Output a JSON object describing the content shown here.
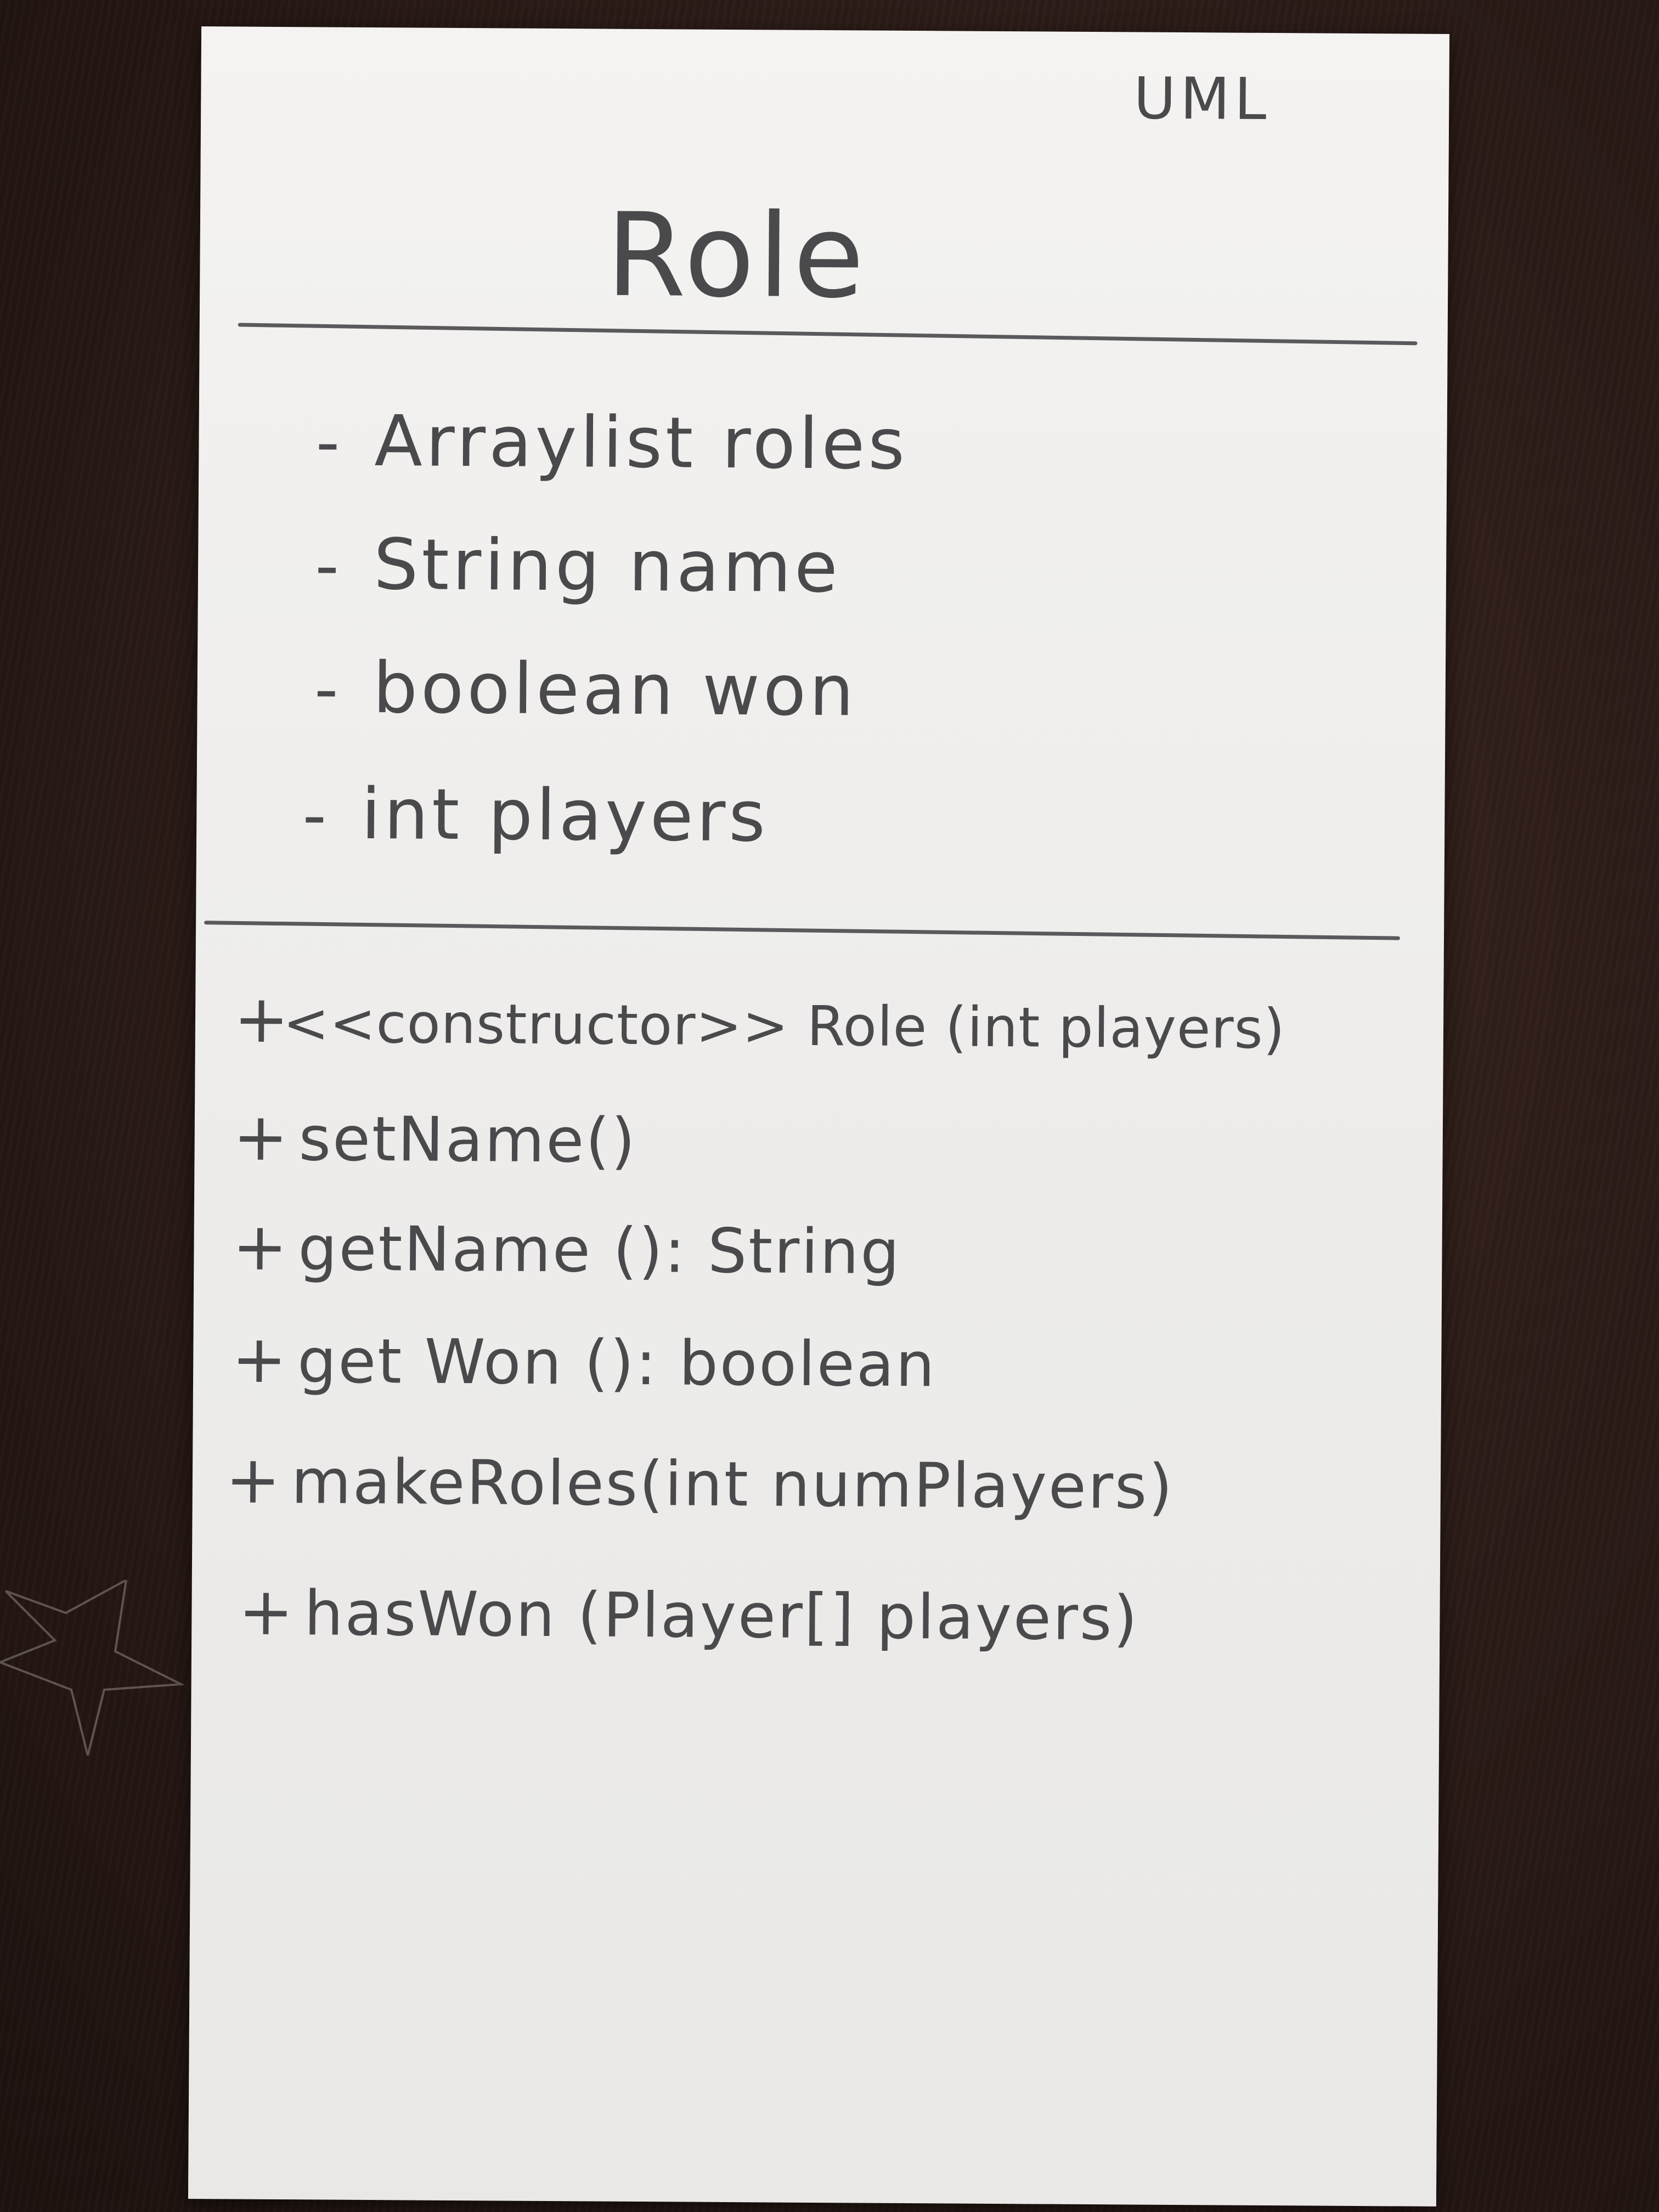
{
  "card": {
    "corner_label": "UML",
    "class_name": "Role"
  },
  "attributes": [
    {
      "visibility": "-",
      "text": "Arraylist roles"
    },
    {
      "visibility": "-",
      "text": "String name"
    },
    {
      "visibility": "-",
      "text": "boolean won"
    },
    {
      "visibility": "-",
      "text": "int players"
    }
  ],
  "operations": [
    {
      "visibility": "+",
      "text": "<<constructor>> Role (int players)"
    },
    {
      "visibility": "+",
      "text": "setName()"
    },
    {
      "visibility": "+",
      "text": "getName (): String"
    },
    {
      "visibility": "+",
      "text": "get Won (): boolean"
    },
    {
      "visibility": "+",
      "text": "makeRoles(int numPlayers)"
    },
    {
      "visibility": "+",
      "text": "hasWon (Player[] players)"
    }
  ],
  "colors": {
    "paper": "#eeedeb",
    "pencil": "#4a4a4c",
    "table": "#2a1a16"
  }
}
